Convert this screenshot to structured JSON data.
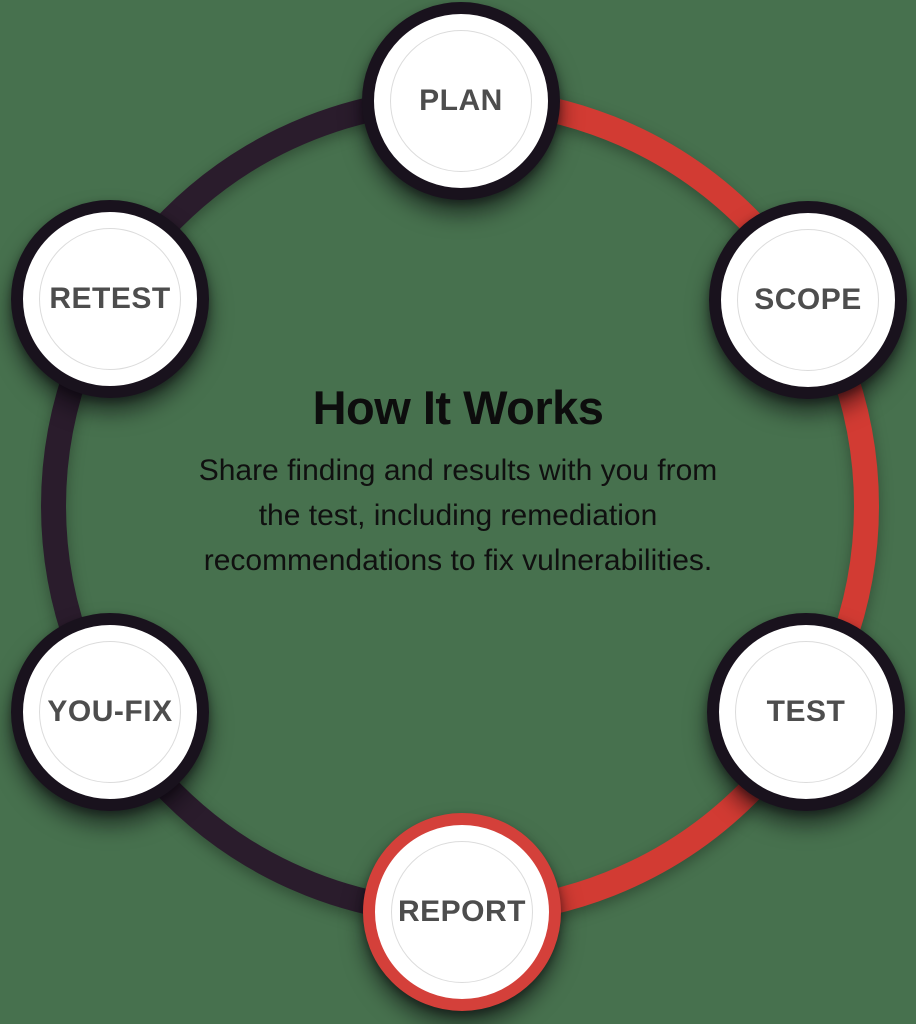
{
  "background_color": "#47714E",
  "diagram": {
    "title": "How It Works",
    "description_lines": [
      "Share finding and results with you from",
      "the test, including remediation",
      "recommendations to fix vulnerabilities."
    ],
    "nodes": [
      {
        "label": "PLAN",
        "ring": "dark"
      },
      {
        "label": "SCOPE",
        "ring": "dark"
      },
      {
        "label": "TEST",
        "ring": "dark"
      },
      {
        "label": "REPORT",
        "ring": "red"
      },
      {
        "label": "YOU-FIX",
        "ring": "dark"
      },
      {
        "label": "RETEST",
        "ring": "dark"
      }
    ],
    "colors": {
      "arc_right_red": "#D23B33",
      "arc_left_dark": "#2A1C2C",
      "node_ring_dark": "#19121D",
      "node_ring_red": "#D4403A",
      "node_fill": "#FFFFFF",
      "node_inner_circle": "#DCDCDC",
      "node_label": "#4D4D4D",
      "center_text": "#0D0D0D",
      "background": "#47714E"
    }
  }
}
